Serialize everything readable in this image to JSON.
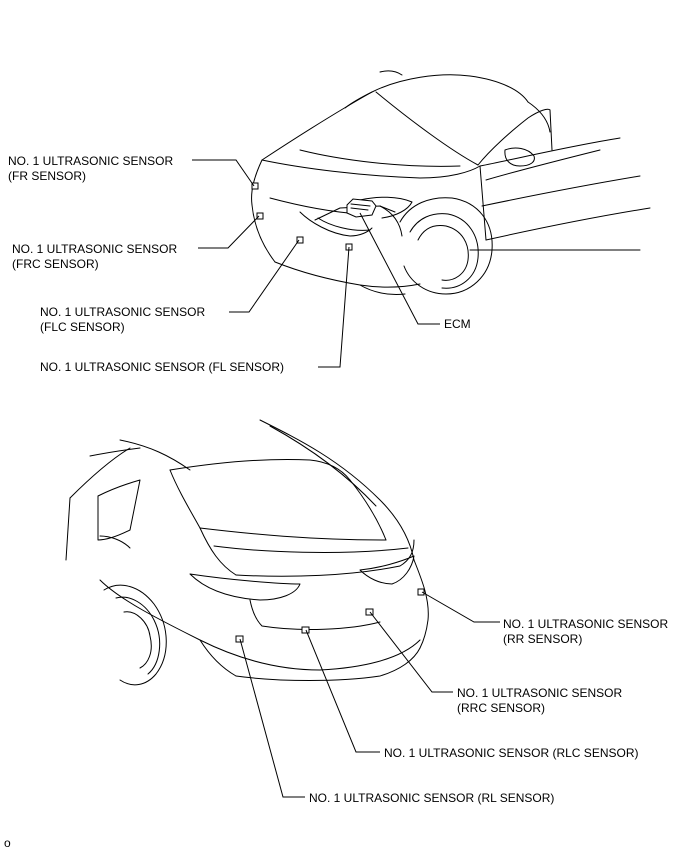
{
  "labels": {
    "fr_sensor": {
      "line1": "NO. 1 ULTRASONIC SENSOR",
      "line2": "(FR SENSOR)"
    },
    "frc_sensor": {
      "line1": "NO. 1 ULTRASONIC SENSOR",
      "line2": "(FRC SENSOR)"
    },
    "flc_sensor": {
      "line1": "NO. 1 ULTRASONIC SENSOR",
      "line2": "(FLC SENSOR)"
    },
    "fl_sensor": {
      "line1": "NO. 1 ULTRASONIC SENSOR (FL SENSOR)"
    },
    "ecm": {
      "line1": "ECM"
    },
    "rr_sensor": {
      "line1": "NO. 1 ULTRASONIC SENSOR",
      "line2": "(RR SENSOR)"
    },
    "rrc_sensor": {
      "line1": "NO. 1 ULTRASONIC SENSOR",
      "line2": "(RRC SENSOR)"
    },
    "rlc_sensor": {
      "line1": "NO. 1 ULTRASONIC SENSOR (RLC SENSOR)"
    },
    "rl_sensor": {
      "line1": "NO. 1 ULTRASONIC SENSOR (RL SENSOR)"
    }
  },
  "corner_mark": "o"
}
